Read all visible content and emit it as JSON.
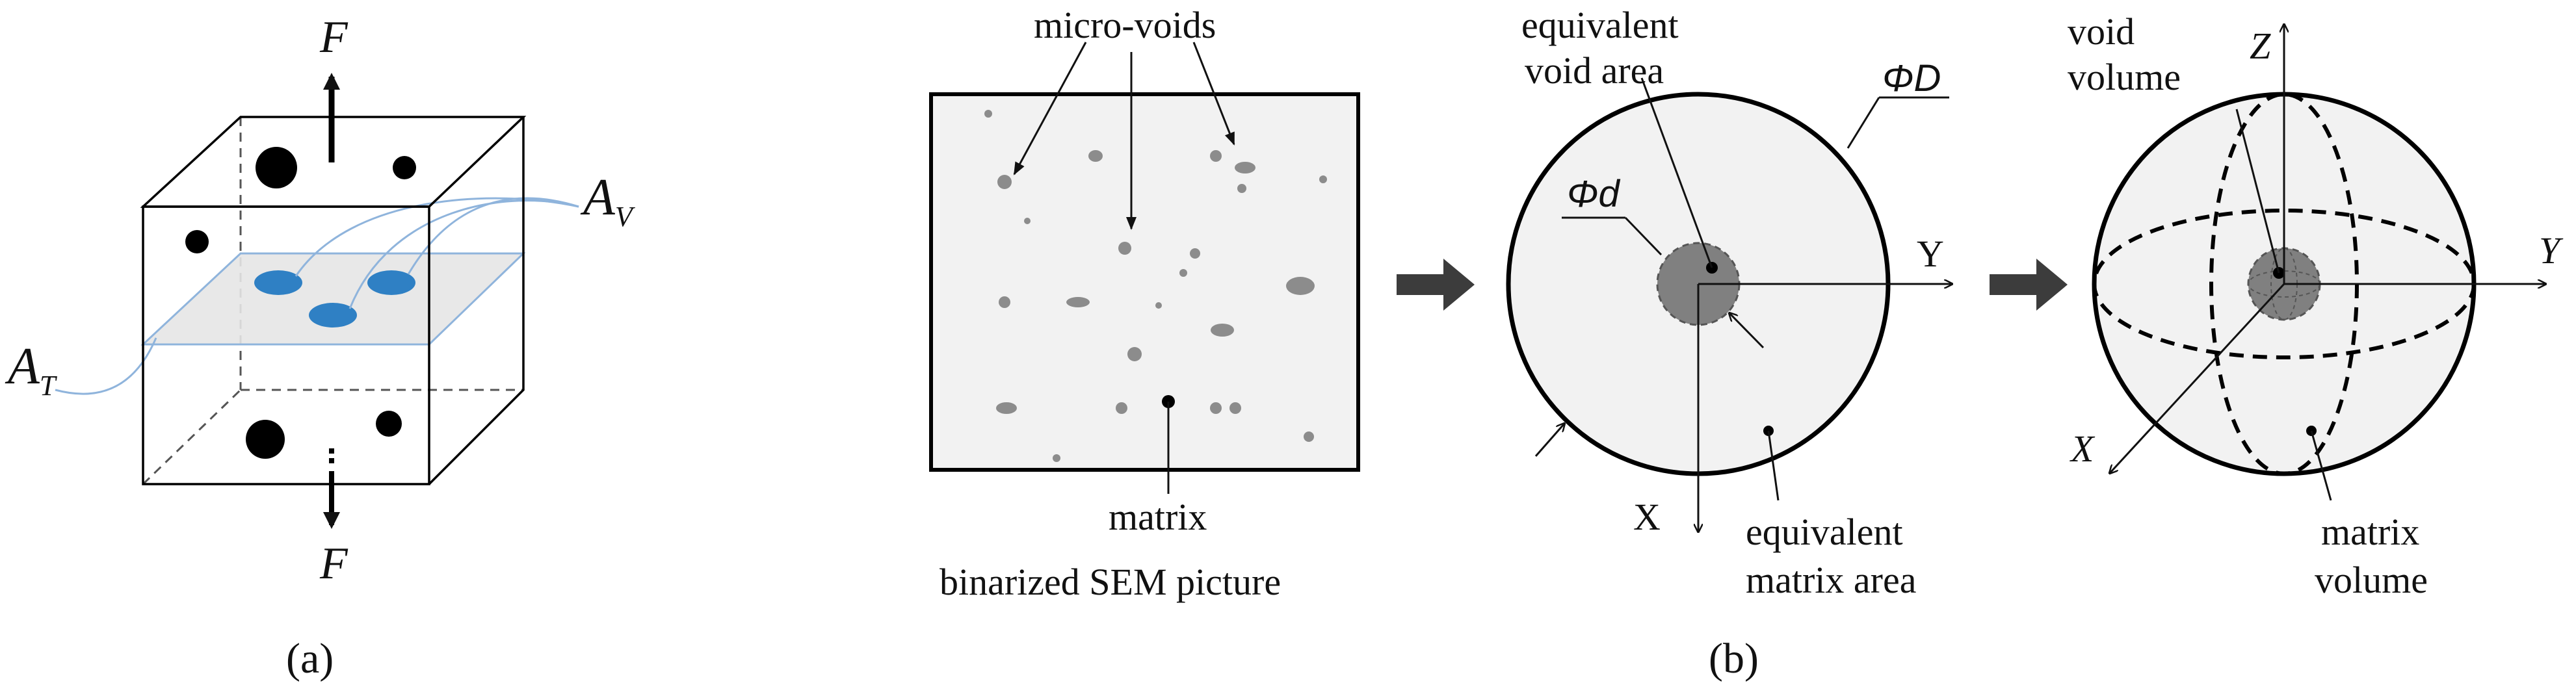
{
  "panel_a": {
    "caption": "(a)",
    "force_top": "F",
    "force_bottom": "F",
    "area_total": "A",
    "area_total_sub": "T",
    "area_void": "A",
    "area_void_sub": "V",
    "colors": {
      "void_ellipse": "#2f80c4",
      "plane_fill": "#e6e6e6",
      "plane_edge": "#8fb4dc"
    }
  },
  "panel_b": {
    "caption": "(b)",
    "sem": {
      "micro_voids_label": "micro-voids",
      "matrix_label": "matrix",
      "picture_label": "binarized SEM picture"
    },
    "circle": {
      "equivalent_void_label_1": "equivalent",
      "equivalent_void_label_2": "void area",
      "outer_diameter": "ΦD",
      "inner_diameter": "Φd",
      "axis_y": "Y",
      "axis_x": "X",
      "equivalent_matrix_label_1": "equivalent",
      "equivalent_matrix_label_2": "matrix area"
    },
    "sphere": {
      "void_volume_label_1": "void",
      "void_volume_label_2": "volume",
      "axis_z": "Z",
      "axis_y": "Y",
      "axis_x": "X",
      "matrix_volume_label_1": "matrix",
      "matrix_volume_label_2": "volume"
    },
    "colors": {
      "matrix_fill": "#f2f2f2",
      "void_fill": "#808080",
      "micro_void": "#8c8c8c",
      "arrow": "#3c3c3c"
    }
  }
}
